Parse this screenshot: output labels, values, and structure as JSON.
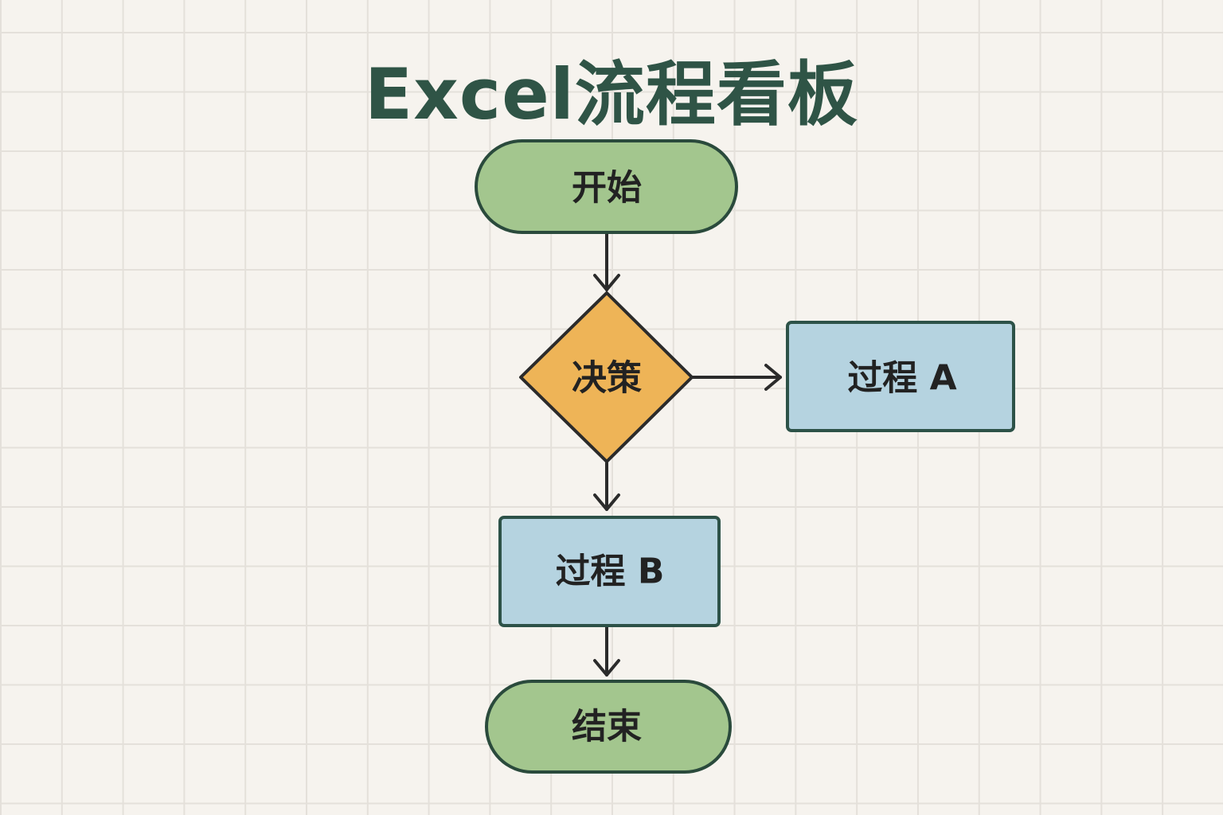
{
  "title": "Excel流程看板",
  "nodes": {
    "start": {
      "label": "开始",
      "shape": "terminator"
    },
    "decision": {
      "label": "决策",
      "shape": "diamond"
    },
    "process_a": {
      "label": "过程 A",
      "shape": "rect"
    },
    "process_b": {
      "label": "过程 B",
      "shape": "rect"
    },
    "end": {
      "label": "结束",
      "shape": "terminator"
    }
  },
  "edges": [
    {
      "from": "start",
      "to": "decision"
    },
    {
      "from": "decision",
      "to": "process_a"
    },
    {
      "from": "decision",
      "to": "process_b"
    },
    {
      "from": "process_b",
      "to": "end"
    }
  ],
  "colors": {
    "title": "#2f5446",
    "terminator": "#a3c68e",
    "decision": "#eeb457",
    "process": "#b5d3e0",
    "stroke": "#2a4a3c",
    "arrow": "#2b2b2b"
  }
}
